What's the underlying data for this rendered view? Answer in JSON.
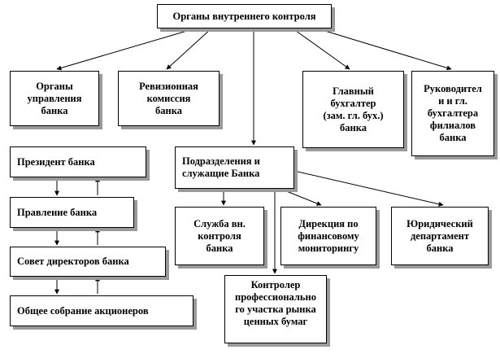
{
  "diagram": {
    "nodes": {
      "root": "Органы внутреннего контроля",
      "bank_bodies": "Органы\nуправления\nбанка",
      "audit": "Ревизионная\nкомиссия\nбанка",
      "chief_accountant": "Главный\nбухгалтер\n(зам. гл. бух.)\nбанка",
      "branch_heads": "Руководител\nи и гл.\nбухгалтера\nфилиалов\nбанка",
      "president": "Президент банка",
      "board": "Правление банка",
      "directors": "Совет директоров банка",
      "meeting": "Общее собрание акционеров",
      "divisions": "Подразделения и\nслужащие Банка",
      "internal_control": "Служба вн.\nконтроля\nбанка",
      "fin_monitoring": "Дирекция по\nфинансовому\nмониторингу",
      "legal": "Юридический\nдепартамент\nбанка",
      "controller": "Контролер\nпрофессионально\nго участка рынка\nценных бумаг"
    }
  }
}
